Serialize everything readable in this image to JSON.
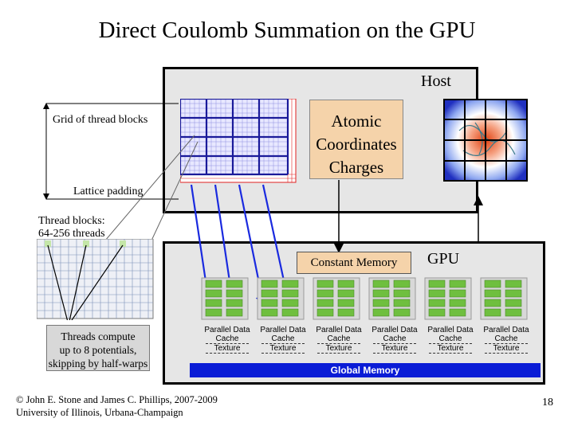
{
  "title": "Direct Coulomb Summation on the GPU",
  "host": {
    "label": "Host"
  },
  "atomic_box": {
    "line1": "Atomic",
    "line2": "Coordinates",
    "line3": "Charges"
  },
  "grid_label": "Grid of thread blocks",
  "lattice_padding_label": "Lattice padding",
  "thread_blocks_label": {
    "line1": "Thread blocks:",
    "line2": "64-256 threads"
  },
  "threads_note": {
    "line1": "Threads compute",
    "line2": "up to 8 potentials,",
    "line3": "skipping by half-warps"
  },
  "gpu": {
    "label": "GPU",
    "constant_memory": "Constant Memory",
    "global_memory": "Global Memory"
  },
  "multiprocessors": [
    {
      "line1": "Parallel Data",
      "line2": "Cache",
      "line3": "Texture"
    },
    {
      "line1": "Parallel Data",
      "line2": "Cache",
      "line3": "Texture"
    },
    {
      "line1": "Parallel Data",
      "line2": "Cache",
      "line3": "Texture"
    },
    {
      "line1": "Parallel Data",
      "line2": "Cache",
      "line3": "Texture"
    },
    {
      "line1": "Parallel Data",
      "line2": "Cache",
      "line3": "Texture"
    },
    {
      "line1": "Parallel Data",
      "line2": "Cache",
      "line3": "Texture"
    }
  ],
  "footer": {
    "line1": "© John E. Stone and James C. Phillips, 2007-2009",
    "line2": "University of Illinois, Urbana-Champaign"
  },
  "page_number": "18",
  "colors": {
    "grid_blue": "#3a3acd",
    "padding_red": "#e02020",
    "global_memory": "#0a1cd6",
    "box_fill": "#f5d3aa",
    "processor_green": "#6fbf3f",
    "block_green": "#c4e6a8"
  }
}
